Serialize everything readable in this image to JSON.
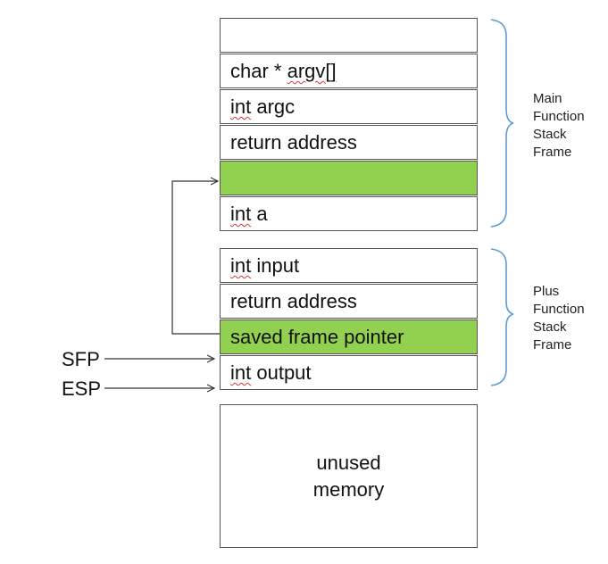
{
  "main_frame": {
    "label_lines": [
      "Main",
      "Function",
      "Stack",
      "Frame"
    ],
    "cells": [
      {
        "pre": "",
        "squiggle": "",
        "post": "",
        "highlight": false
      },
      {
        "pre": "char * ",
        "squiggle": "argv[]",
        "post": "",
        "highlight": false
      },
      {
        "pre": "",
        "squiggle": "int",
        "post": " argc",
        "highlight": false
      },
      {
        "pre": "return address",
        "squiggle": "",
        "post": "",
        "highlight": false
      },
      {
        "pre": "",
        "squiggle": "",
        "post": "",
        "highlight": true
      },
      {
        "pre": "",
        "squiggle": "int",
        "post": " a",
        "highlight": false
      }
    ]
  },
  "plus_frame": {
    "label_lines": [
      "Plus",
      "Function",
      "Stack",
      "Frame"
    ],
    "cells": [
      {
        "pre": "",
        "squiggle": "int",
        "post": " input",
        "highlight": false
      },
      {
        "pre": "return address",
        "squiggle": "",
        "post": "",
        "highlight": false
      },
      {
        "pre": "saved frame pointer",
        "squiggle": "",
        "post": "",
        "highlight": true
      },
      {
        "pre": "",
        "squiggle": "int",
        "post": " output",
        "highlight": false
      }
    ]
  },
  "unused": {
    "line1": "unused",
    "line2": "memory"
  },
  "registers": {
    "sfp": "SFP",
    "esp": "ESP"
  },
  "colors": {
    "highlight": "#92d050",
    "brace": "#5b9bd5",
    "squiggle": "#d43a3a"
  }
}
